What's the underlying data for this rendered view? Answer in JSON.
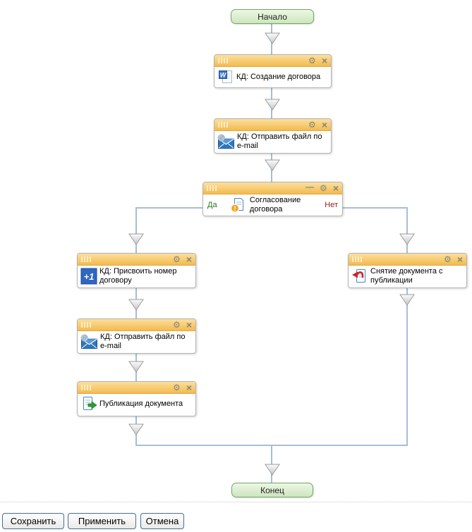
{
  "workflow": {
    "start_label": "Начало",
    "end_label": "Конец",
    "blocks": [
      {
        "title": "КД: Создание договора",
        "icon": "word-document-icon"
      },
      {
        "title": "КД: Отправить файл по e-mail",
        "icon": "email-icon"
      },
      {
        "title": "Согласование договора",
        "icon": "document-warning-icon",
        "yes_label": "Да",
        "no_label": "Нет"
      },
      {
        "title": "КД: Присвоить номер договору",
        "icon": "plus-one-icon"
      },
      {
        "title": "КД: Отправить файл по e-mail",
        "icon": "email-icon"
      },
      {
        "title": "Публикация документа",
        "icon": "document-publish-icon"
      },
      {
        "title": "Снятие документа с публикации",
        "icon": "document-unpublish-icon"
      }
    ]
  },
  "footer": {
    "save_label": "Сохранить",
    "apply_label": "Применить",
    "cancel_label": "Отмена"
  },
  "colors": {
    "block_header_top": "#fcdf9e",
    "block_header_bottom": "#f3ba4e",
    "connector_line": "#a8bdd5",
    "terminal_border": "#74a563",
    "terminal_fill": "#d9eecb",
    "yes_text": "#1c7a1c",
    "no_text": "#8b1f1f",
    "button_border": "#4a6b96"
  }
}
